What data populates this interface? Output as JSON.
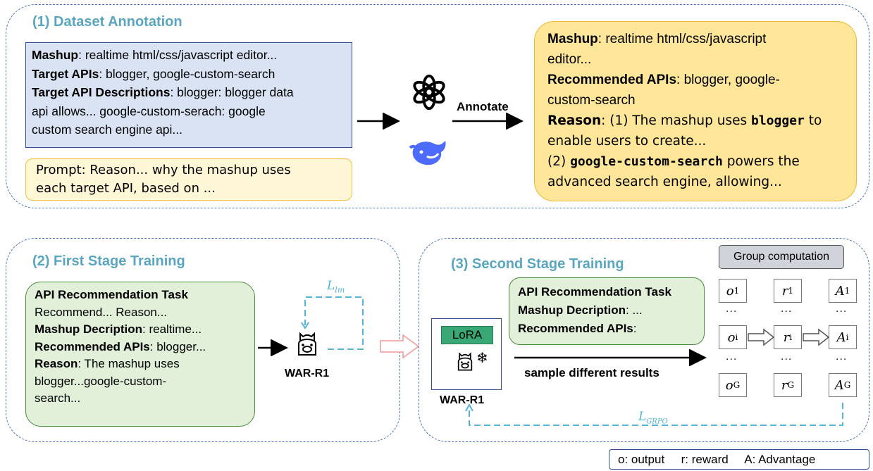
{
  "panel1": {
    "title": "(1) Dataset Annotation",
    "input_box": {
      "l1_label": "Mashup",
      "l1_text": ": realtime html/css/javascript editor...",
      "l2_label": "Target APIs",
      "l2_text": ": blogger, google-custom-search",
      "l3_label": "Target API Descriptions",
      "l3_text": ": blogger: blogger data",
      "l4_text": "api allows... google-custom-serach: google",
      "l5_text": "custom search engine api..."
    },
    "prompt_box": {
      "l1": "Prompt: Reason... why the mashup uses",
      "l2": "each target API, based on ..."
    },
    "arrow_label": "Annotate",
    "output_box": {
      "l1_label": "Mashup",
      "l1_text": ": realtime html/css/javascript",
      "l2_text": "editor...",
      "l3_label": "Recommended APIs",
      "l3_text": ": blogger, google-",
      "l4_text": "custom-search",
      "l5_label": "Reason",
      "l5_text": ": (1) The mashup uses ",
      "l5_api": "blogger",
      "l5_tail": " to",
      "l6_text": "enable users to create...",
      "l7_text": "(2) ",
      "l7_api": "google-custom-search",
      "l7_tail": " powers the",
      "l8_text": "advanced search engine, allowing..."
    }
  },
  "panel2": {
    "title": "(2) First Stage Training",
    "task_box": {
      "l1_label": "API Recommendation Task",
      "l2_text": "Recommend... Reason...",
      "l3_label": "Mashup Decription",
      "l3_text": ": realtime...",
      "l4_label": "Recommended APIs",
      "l4_text": ": blogger...",
      "l5_label": "Reason",
      "l5_text": ": The mashup uses",
      "l6_text": "blogger...google-custom-",
      "l7_text": "search..."
    },
    "loss_label_main": "L",
    "loss_label_sub": "lm",
    "model_name": "WAR-R1"
  },
  "panel3": {
    "title": "(3) Second Stage Training",
    "task_box": {
      "l1_label": "API Recommendation Task",
      "l2_label": "Mashup Decription",
      "l2_text": ": ...",
      "l3_label": "Recommended APIs",
      "l3_text": ":"
    },
    "lora_label": "LoRA",
    "model_name": "WAR-R1",
    "sample_label": "sample different results",
    "group_label": "Group computation",
    "cells": {
      "o": "o",
      "r": "r",
      "A": "A",
      "sub1": "1",
      "subi": "i",
      "subG": "G",
      "dots": "..."
    },
    "loss_label_main": "L",
    "loss_label_sub": "GRPO"
  },
  "legend": {
    "output": "o: output",
    "reward": "r: reward",
    "advantage": "A: Advantage"
  },
  "colors": {
    "panel_border": "#4a72b8",
    "title": "#5aa5c0",
    "input_box": "#dae3f3",
    "prompt_box": "#fff7d6",
    "output_box": "#ffe699",
    "task_box": "#e2f0d9",
    "lora": "#3aa876",
    "group_box": "#d0d4da",
    "loss_arrow": "#56b4d8",
    "transfer_arrow": "#f4a7a7"
  }
}
